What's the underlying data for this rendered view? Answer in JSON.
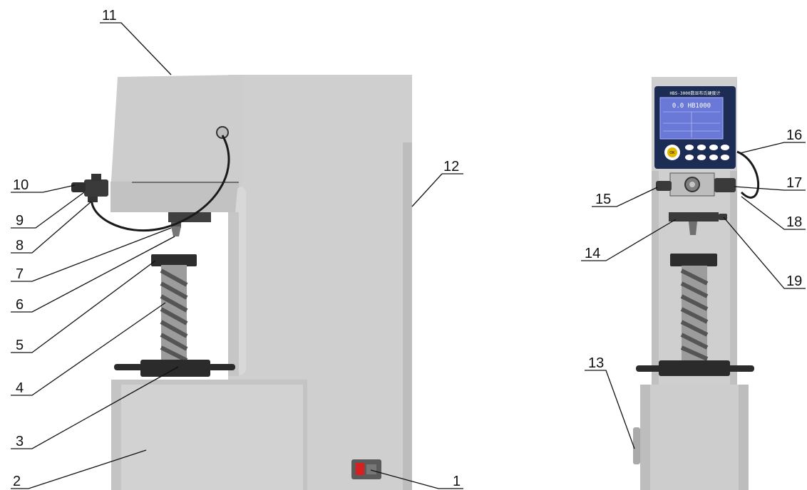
{
  "callouts": {
    "n1": "1",
    "n2": "2",
    "n3": "3",
    "n4": "4",
    "n5": "5",
    "n6": "6",
    "n7": "7",
    "n8": "8",
    "n9": "9",
    "n10": "10",
    "n11": "11",
    "n12": "12",
    "n13": "13",
    "n14": "14",
    "n15": "15",
    "n16": "16",
    "n17": "17",
    "n18": "18",
    "n19": "19"
  },
  "display": {
    "header": "HBS-3000数显布氏硬度计",
    "reading": "0.0 HB1000",
    "ok_key": "OK"
  },
  "colors": {
    "body": "#cfcfcf",
    "body_shadow": "#b8b8b8",
    "dark": "#2a2a2a",
    "screen": "#6a78d8",
    "screen_bezel": "#1d2c55",
    "switch": "#d81e1e",
    "keys": "#ffffff"
  }
}
